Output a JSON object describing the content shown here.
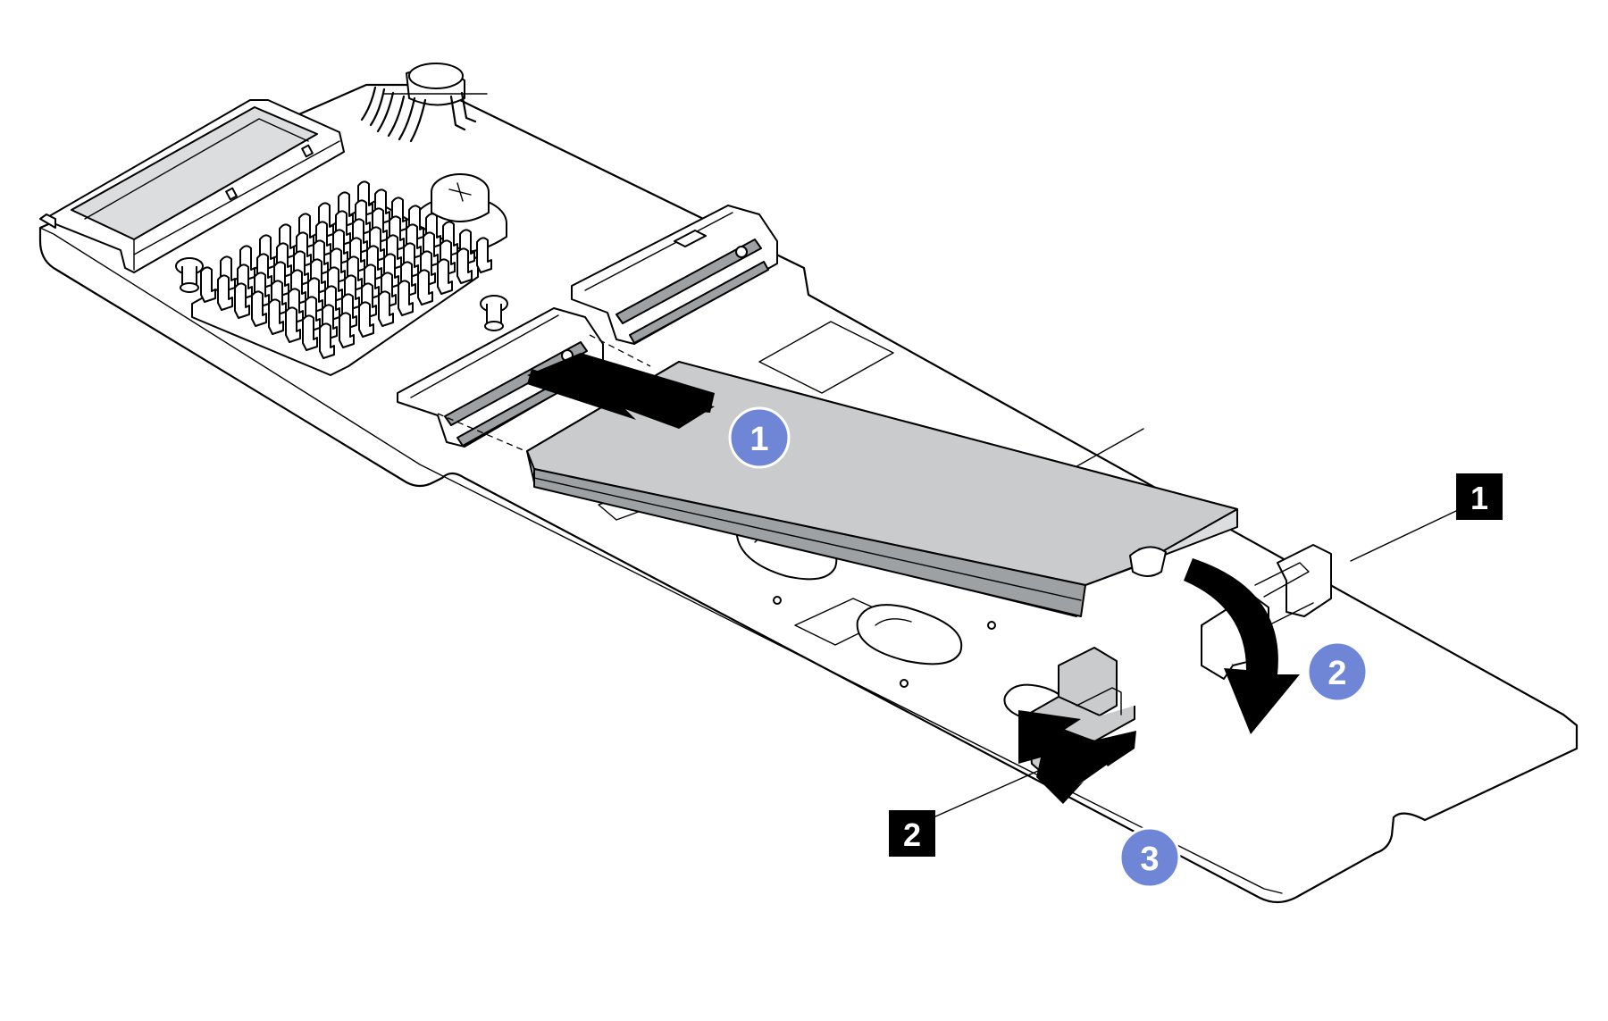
{
  "callouts": [
    {
      "label": "1"
    },
    {
      "label": "2"
    }
  ],
  "steps": [
    {
      "label": "1"
    },
    {
      "label": "2"
    },
    {
      "label": "3"
    }
  ],
  "colors": {
    "step_badge": "#6f86d6",
    "drive_body": "#c9cbcd",
    "callout_box": "#000000"
  }
}
